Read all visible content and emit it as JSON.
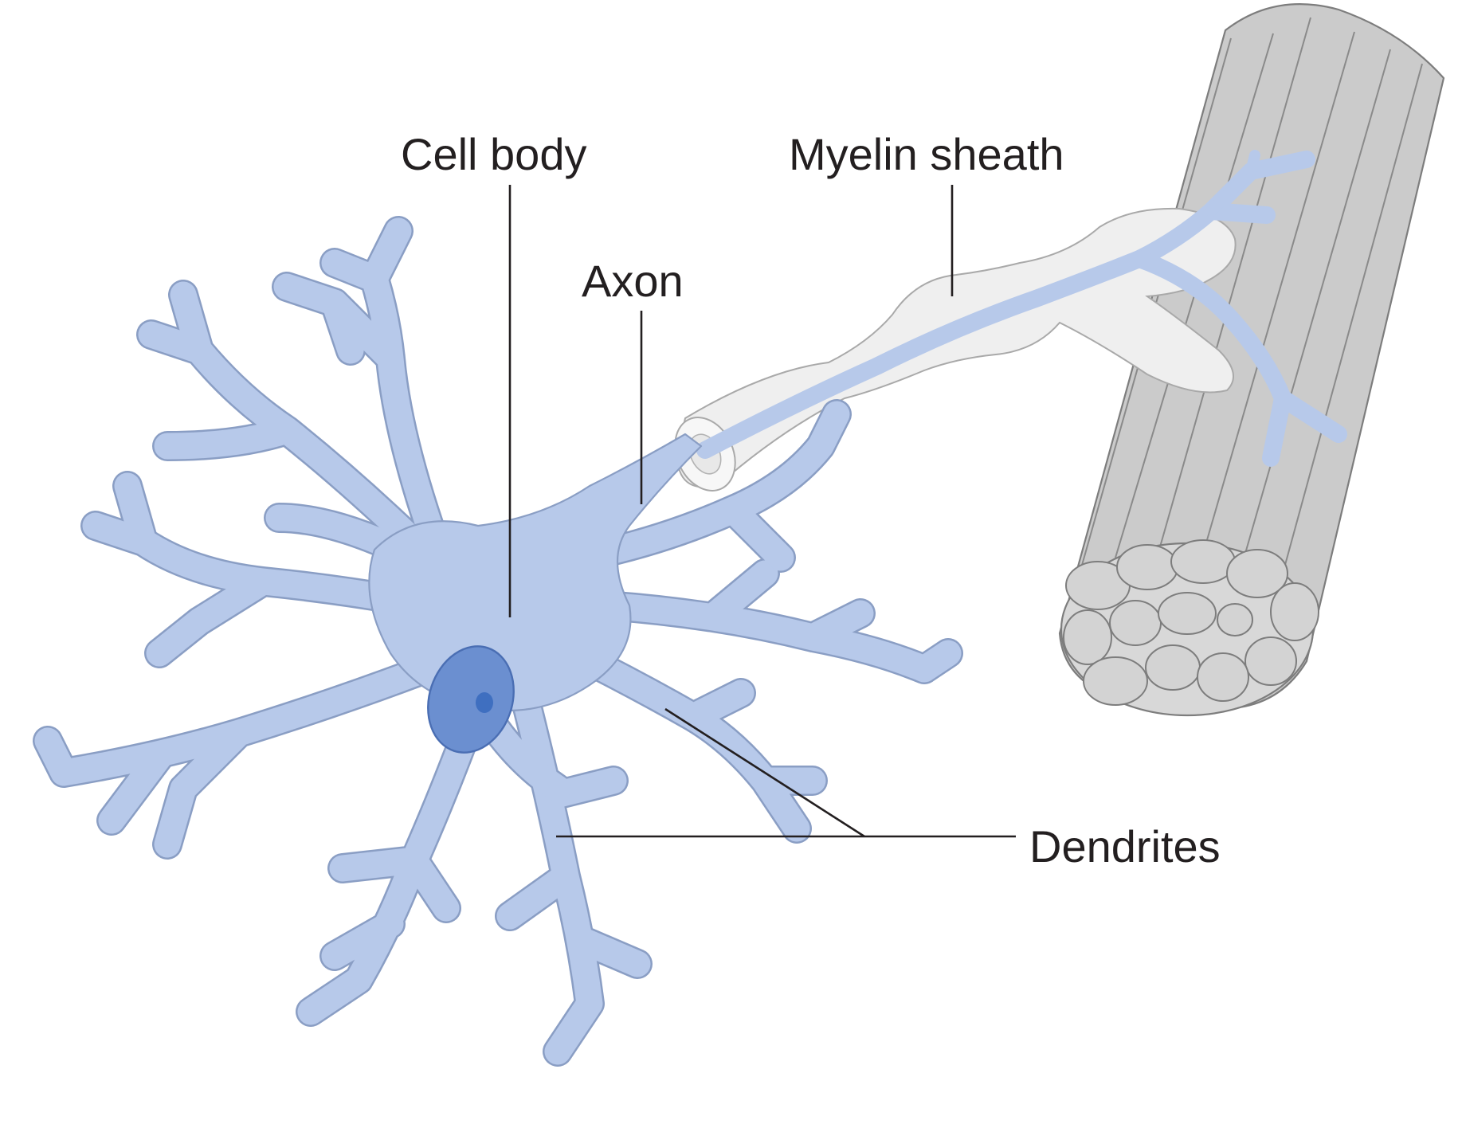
{
  "labels": {
    "cell_body": "Cell body",
    "myelin_sheath": "Myelin sheath",
    "axon": "Axon",
    "dendrites": "Dendrites"
  },
  "colors": {
    "neuron_fill": "#b7c9ea",
    "neuron_outline": "#8a9ec4",
    "nucleus": "#6b8fd0",
    "nucleolus": "#3f6fc0",
    "myelin": "#efefef",
    "muscle": "#cbcbcb",
    "text": "#231f20"
  }
}
